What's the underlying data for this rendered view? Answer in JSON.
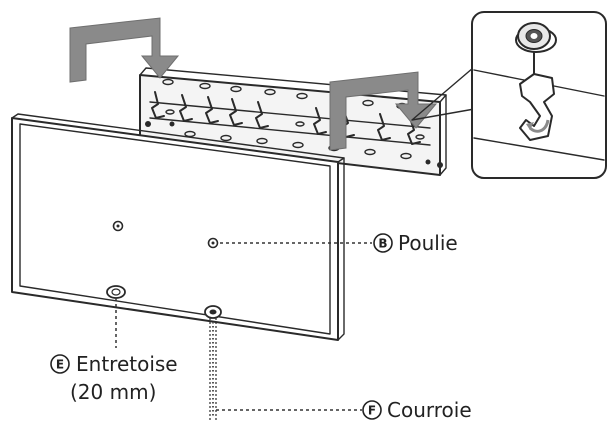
{
  "labels": {
    "poulie": {
      "badge": "B",
      "text": "Poulie"
    },
    "entretoise": {
      "badge": "E",
      "text_line1": "Entretoise",
      "text_line2": "(20 mm)"
    },
    "courroie": {
      "badge": "F",
      "text": "Courroie"
    }
  },
  "colors": {
    "line": "#2a2a2a",
    "arrow": "#8a8a8a",
    "arrow_dark": "#6f6f6f",
    "bracket_fill": "#f4f4f4",
    "inset_bg": "#ffffff"
  }
}
